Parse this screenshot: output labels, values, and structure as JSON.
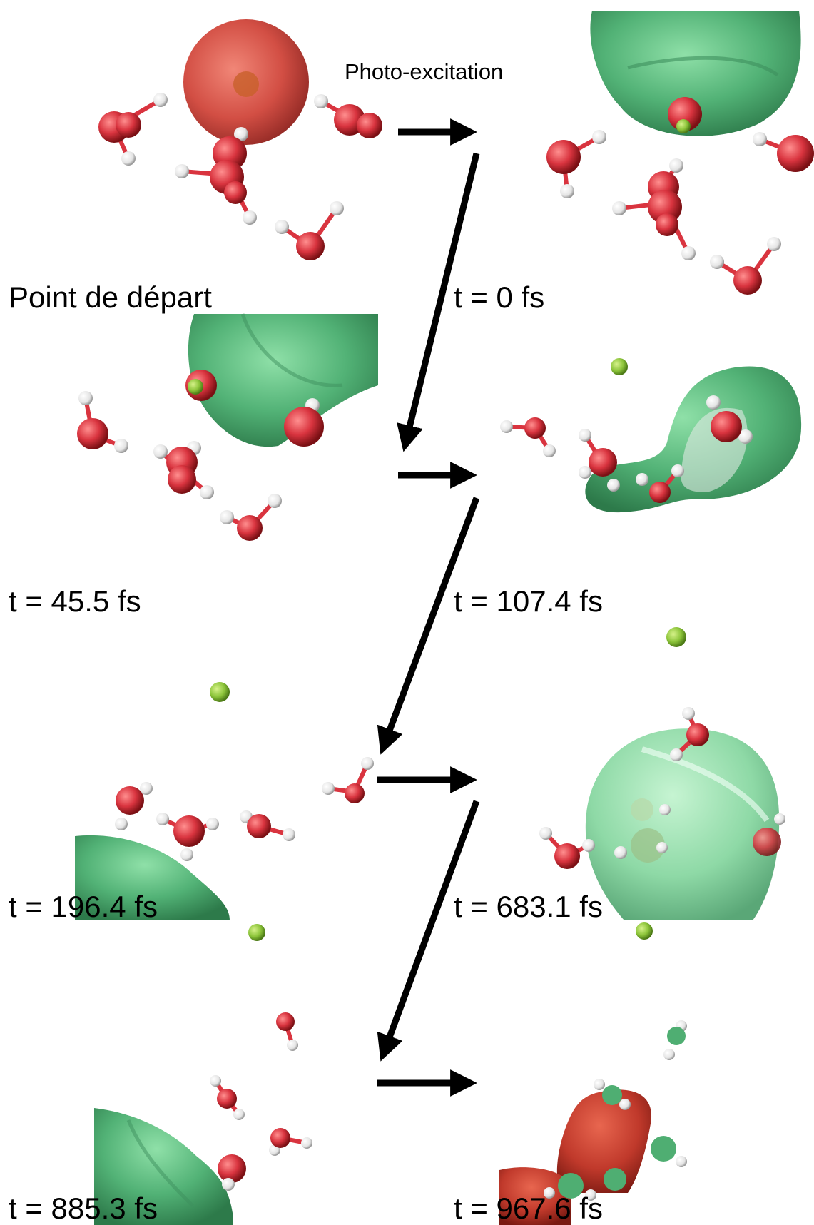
{
  "diagram": {
    "caption_excitation": "Photo-excitation",
    "start_label": "Point de départ",
    "frames": [
      {
        "id": "start",
        "label": ""
      },
      {
        "id": "t0",
        "label": "t = 0 fs"
      },
      {
        "id": "t45",
        "label": "t = 45.5 fs"
      },
      {
        "id": "t107",
        "label": "t = 107.4 fs"
      },
      {
        "id": "t196",
        "label": "t = 196.4 fs"
      },
      {
        "id": "t683",
        "label": "t = 683.1 fs"
      },
      {
        "id": "t885",
        "label": "t = 885.3 fs"
      },
      {
        "id": "t967",
        "label": "t = 967.6 fs"
      }
    ],
    "colors": {
      "oxygen": "#d9343f",
      "hydrogen": "#f2f2f2",
      "ion": "#8cc43a",
      "density_green": "#4fae72",
      "density_red": "#c9332e",
      "arrow": "#000000"
    },
    "icons": {
      "water": "water-molecule-icon",
      "ion": "ion-sphere-icon",
      "arrow": "arrow-icon"
    }
  }
}
